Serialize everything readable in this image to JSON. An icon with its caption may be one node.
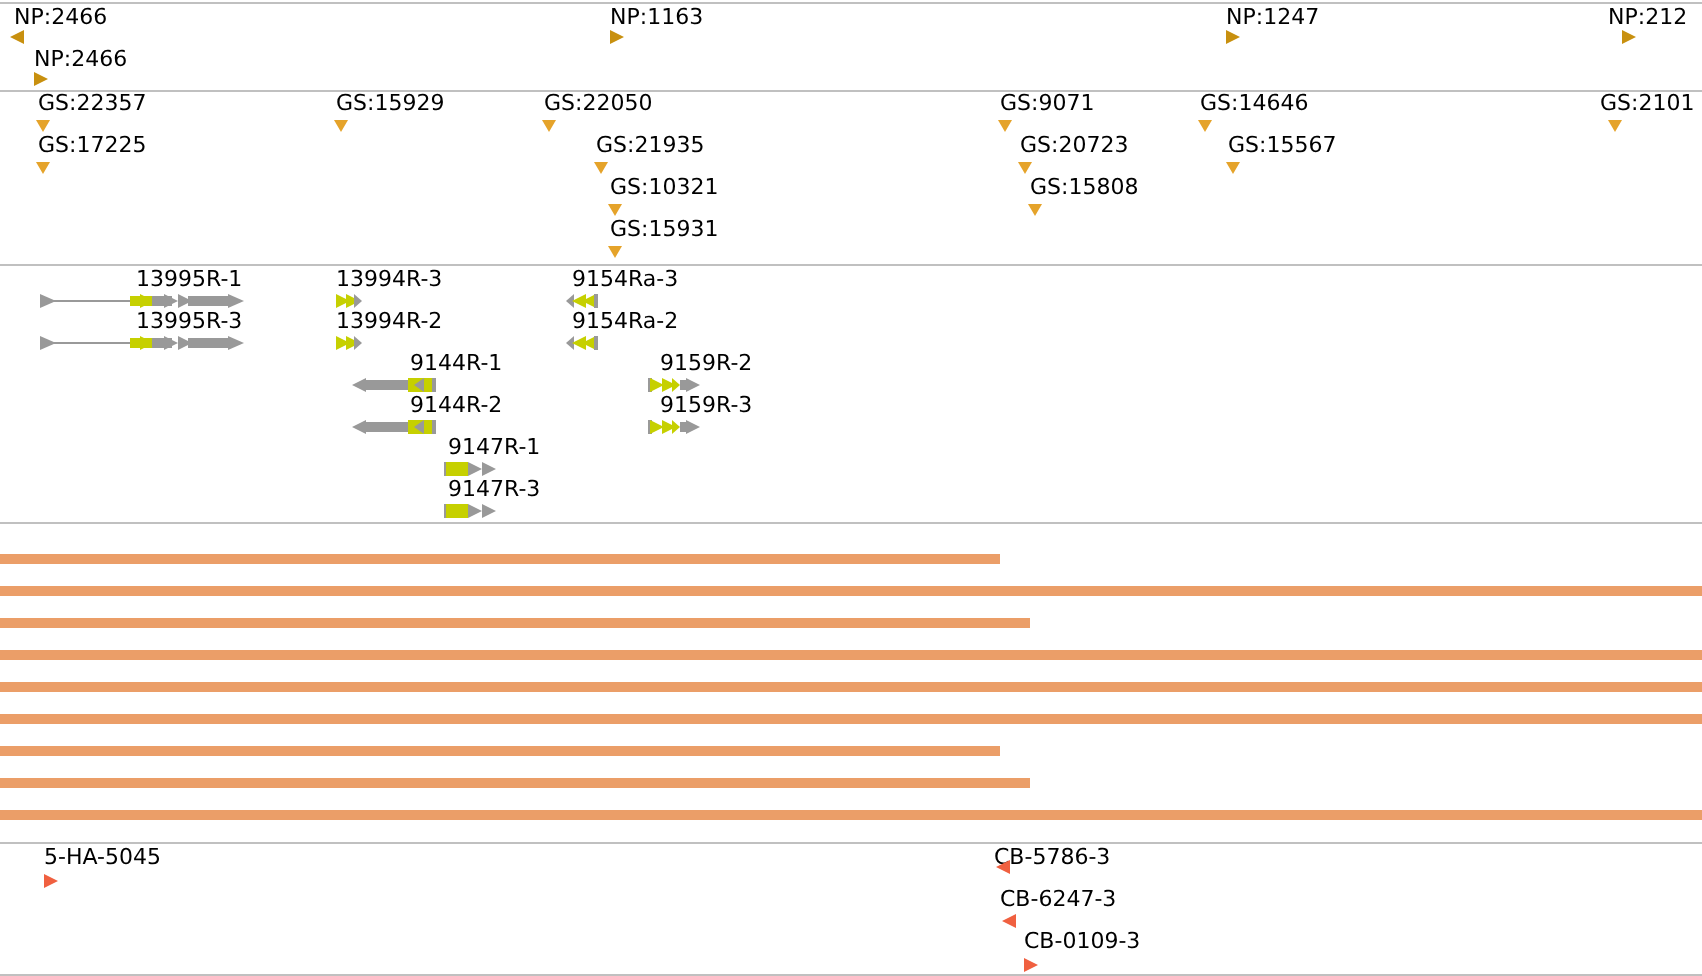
{
  "diagram": {
    "labels": [
      "NP:2466",
      "NP:1163",
      "NP:1247",
      "NP:212",
      "NP:2466",
      "GS:22357",
      "GS:15929",
      "GS:22050",
      "GS:9071",
      "GS:14646",
      "GS:2101",
      "GS:17225",
      "GS:21935",
      "GS:20723",
      "GS:15567",
      "GS:10321",
      "GS:15808",
      "GS:15931",
      "13995R-1",
      "13994R-3",
      "9154Ra-3",
      "13995R-3",
      "13994R-2",
      "9154Ra-2",
      "9144R-1",
      "9159R-2",
      "9144R-2",
      "9159R-3",
      "9147R-1",
      "9147R-3",
      "5-HA-5045",
      "CB-5786-3",
      "CB-6247-3",
      "CB-0109-3"
    ]
  }
}
